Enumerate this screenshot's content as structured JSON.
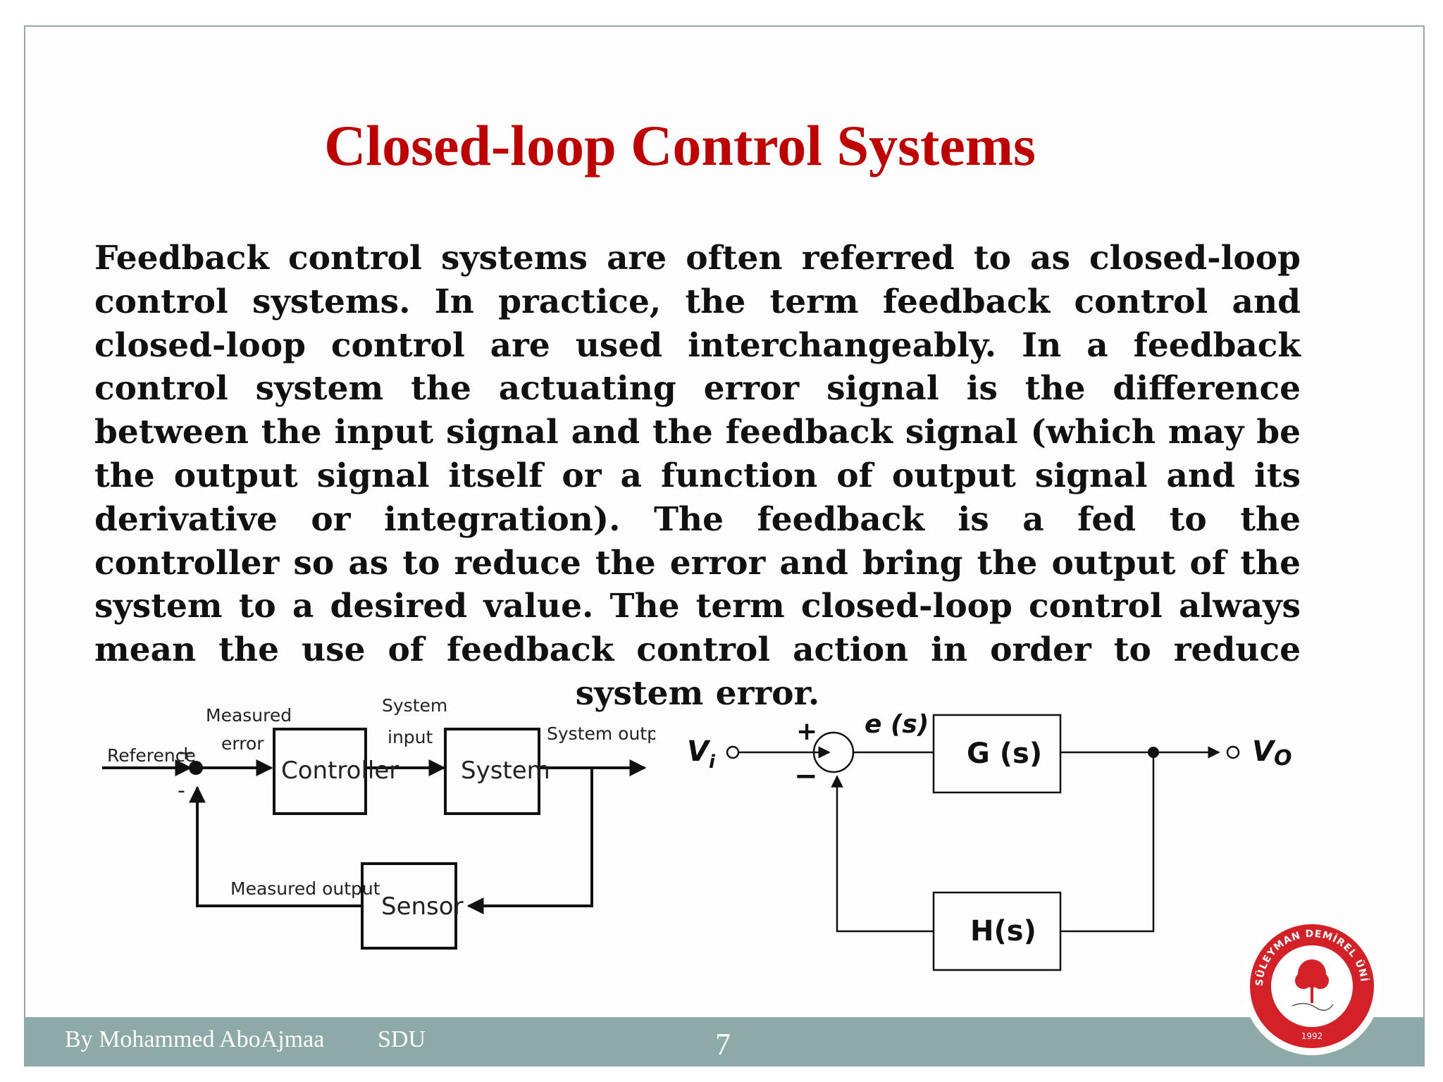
{
  "slide": {
    "title": "Closed-loop Control Systems",
    "body": "Feedback control systems are often referred to as closed-loop control systems. In practice, the term feedback control and closed-loop control are used interchangeably. In a feedback control system the actuating error signal is the difference between the input signal and the feedback signal (which may be the output signal itself  or a function of output signal and its derivative or integration). The feedback is a fed to the controller so as to reduce the error and bring the output of the system to a desired value. The term closed-loop control always mean the use of feedback control action in order to reduce system error."
  },
  "left_diagram": {
    "reference": "Reference",
    "plus": "+",
    "minus": "-",
    "measured_error_1": "Measured",
    "measured_error_2": "error",
    "controller": "Controller",
    "system_input_1": "System",
    "system_input_2": "input",
    "system": "System",
    "system_output": "System output",
    "measured_output": "Measured output",
    "sensor": "Sensor"
  },
  "right_diagram": {
    "vi": "V",
    "vi_sub": "i",
    "plus": "+",
    "minus": "−",
    "error": "e (s)",
    "g_block": "G (s)",
    "h_block": "H(s)",
    "vo": "V",
    "vo_sub": "O"
  },
  "footer": {
    "author": "By Mohammed AboAjmaa",
    "org": "SDU",
    "page_number": "7"
  },
  "logo": {
    "ring_text": "SÜLEYMAN DEMİREL ÜNİVERSİTESİ",
    "year": "1992"
  },
  "colors": {
    "title": "#c00000",
    "footer_bar": "#8daaa8",
    "logo_red": "#d42027"
  }
}
